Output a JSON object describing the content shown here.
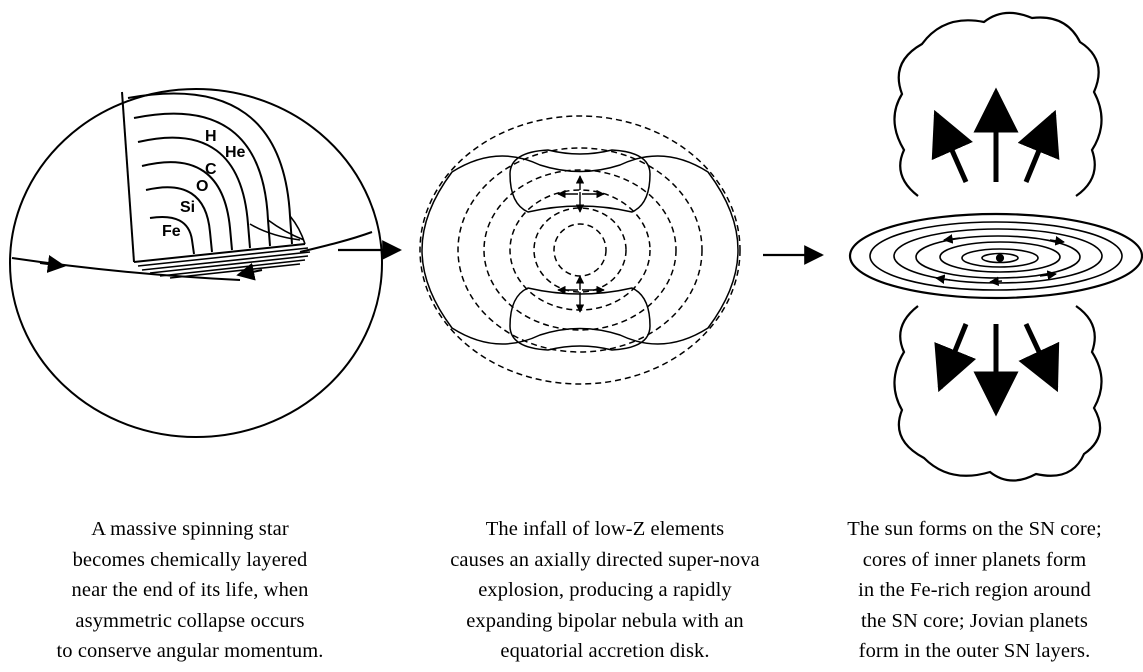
{
  "panels": [
    {
      "id": "layered-star",
      "layers": [
        "H",
        "He",
        "C",
        "O",
        "Si",
        "Fe"
      ],
      "caption": [
        "A massive spinning star",
        "becomes chemically layered",
        "near the end of its life, when",
        "asymmetric collapse occurs",
        "to conserve angular momentum."
      ]
    },
    {
      "id": "bipolar-explosion",
      "caption": [
        "The infall of low-Z elements",
        "causes an axially directed super-nova",
        "explosion, producing a rapidly",
        "expanding bipolar nebula with an",
        "equatorial accretion disk."
      ]
    },
    {
      "id": "solar-system-formation",
      "caption": [
        "The sun forms on the SN core;",
        "cores of inner planets form",
        "in the Fe-rich region around",
        "the SN core; Jovian planets",
        "form in the outer SN layers."
      ]
    }
  ]
}
